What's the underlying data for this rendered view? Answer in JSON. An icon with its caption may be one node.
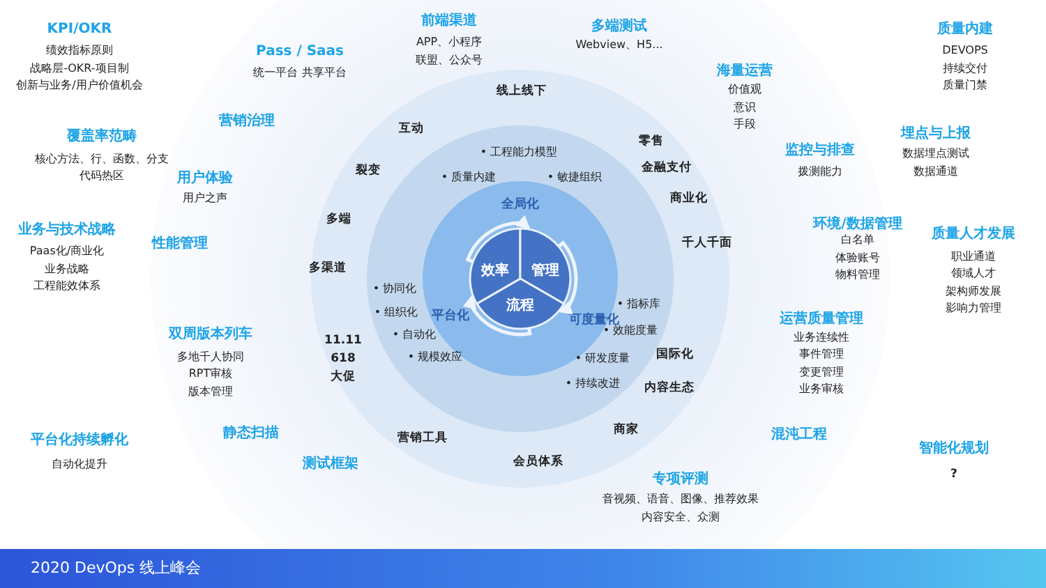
{
  "diagram": {
    "caption": "2020 DevOps 线上峰会",
    "nodes": [
      {
        "text": [
          "效率"
        ]
      },
      {
        "text": [
          "管理"
        ]
      },
      {
        "text": [
          "流程"
        ]
      }
    ],
    "edges": [
      {
        "from": 0,
        "to": 1,
        "arrow": "to"
      },
      {
        "from": 1,
        "to": 2,
        "arrow": "to"
      },
      {
        "from": 2,
        "to": 0,
        "arrow": "to"
      }
    ],
    "labels": [
      "KPI/OKR",
      "绩效指标原则",
      "战略层-OKR-项目制",
      "创新与业务/用户价值机会",
      "前端渠道",
      "APP、小程序",
      "多端测试",
      "Webview、H5...",
      "质量内建",
      "DEVOPS",
      "持续交付",
      "质量门禁",
      "Pass / Saas",
      "统一平台 共享平台",
      "联盟、公众号",
      "海量运营",
      "价值观",
      "意识",
      "手段",
      "线上线下",
      "营销治理",
      "互动",
      "零售",
      "覆盖率范畴",
      "核心方法、行、函数、分支",
      "代码热区",
      "埋点与上报",
      "数据埋点测试",
      "数据通道",
      "• 工程能力模型",
      "金融支付",
      "• 质量内建",
      "• 敏捷组织",
      "裂变",
      "用户体验",
      "用户之声",
      "监控与排查",
      "拨测能力",
      "商业化",
      "全局化",
      "多端",
      "业务与技术战略",
      "Paas化/商业化",
      "业务战略",
      "工程能效体系",
      "性能管理",
      "环境/数据管理",
      "白名单",
      "体验账号",
      "物料管理",
      "质量人才发展",
      "职业通道",
      "领域人才",
      "架构师发展",
      "影响力管理",
      "多渠道",
      "千人千面",
      "• 协同化",
      "• 组织化",
      "平台化",
      "可度量化",
      "• 指标库",
      "• 效能度量",
      "• 自动化",
      "• 规模效应",
      "• 研发度量",
      "11.11",
      "618",
      "大促",
      "双周版本列车",
      "多地千人协同",
      "RPT审核",
      "版本管理",
      "运营质量管理",
      "业务连续性",
      "事件管理",
      "变更管理",
      "业务审核",
      "国际化",
      "内容生态",
      "• 持续改进",
      "商家",
      "营销工具",
      "平台化持续孵化",
      "自动化提升",
      "静态扫描",
      "混沌工程",
      "智能化规划",
      "?",
      "测试框架",
      "会员体系",
      "专项评测",
      "音视频、语音、图像、推荐效果",
      "内容安全、众测"
    ]
  }
}
